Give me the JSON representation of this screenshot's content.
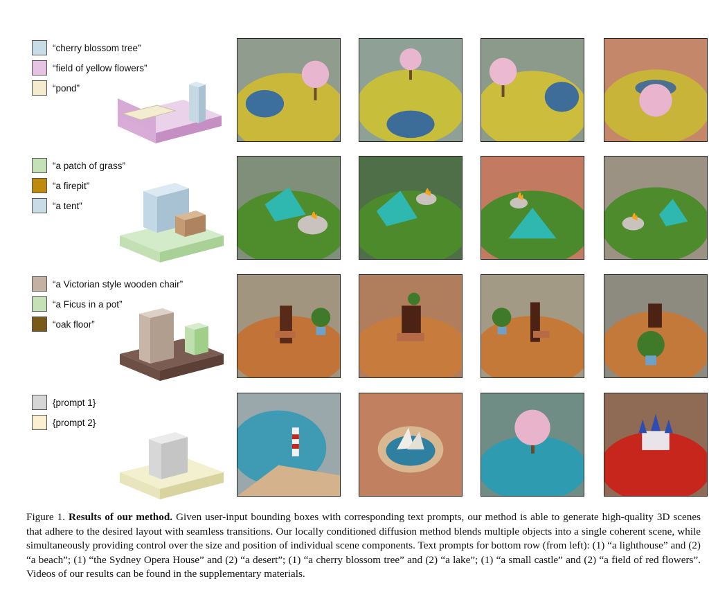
{
  "rows": [
    {
      "legend": [
        {
          "label": "“cherry blossom tree”",
          "color": "#c8dce8"
        },
        {
          "label": "“field of yellow flowers”",
          "color": "#e6c3e4"
        },
        {
          "label": "“pond”",
          "color": "#f5ecce"
        }
      ]
    },
    {
      "legend": [
        {
          "label": "“a patch of grass”",
          "color": "#c4e2b6"
        },
        {
          "label": "“a firepit”",
          "color": "#bf8a0e"
        },
        {
          "label": "“a tent”",
          "color": "#c8dce8"
        }
      ]
    },
    {
      "legend": [
        {
          "label": "“a Victorian style wooden chair”",
          "color": "#c4b1a3"
        },
        {
          "label": "“a Ficus in a pot”",
          "color": "#c4e2b6"
        },
        {
          "label": "“oak floor”",
          "color": "#7a5a18"
        }
      ]
    },
    {
      "legend": [
        {
          "label": "{prompt 1}",
          "color": "#d6d6d6"
        },
        {
          "label": "{prompt 2}",
          "color": "#fbf0cf"
        }
      ]
    }
  ],
  "caption": {
    "figure_label": "Figure 1.",
    "title": "Results of our method.",
    "body": "Given user-input bounding boxes with corresponding text prompts, our method is able to generate high-quality 3D scenes that adhere to the desired layout with seamless transitions. Our locally conditioned diffusion method blends multiple objects into a single coherent scene, while simultaneously providing control over the size and position of individual scene components. Text prompts for bottom row (from left): (1) “a lighthouse” and (2) “a beach”; (1) “the Sydney Opera House” and (2) “a desert”; (1) “a cherry blossom tree” and (2) “a lake”; (1) “a small castle” and (2) “a field of red flowers”. Videos of our results can be found in the supplementary materials."
  }
}
